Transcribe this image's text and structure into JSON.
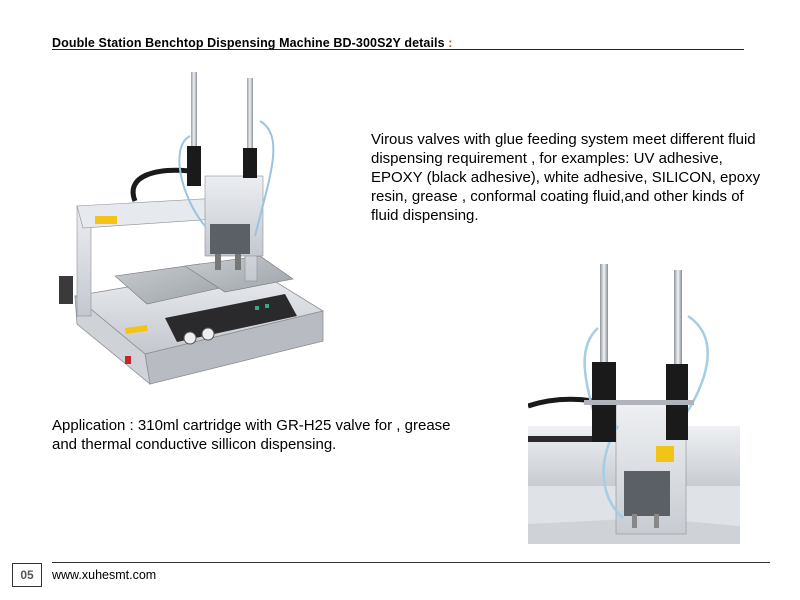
{
  "header": {
    "title": "Double Station Benchtop Dispensing Machine BD-300S2Y details",
    "colon": ":"
  },
  "description": "Virous valves with glue feeding system meet different fluid  dispensing requirement , for  examples: UV adhesive,  EPOXY (black adhesive), white adhesive, SILICON, epoxy resin,  grease , conformal coating fluid,and other kinds of fluid dispensing.",
  "application": "Application : 310ml cartridge with GR-H25 valve for  , grease and thermal conductive sillicon dispensing.",
  "footer": {
    "page_number": "05",
    "url": "www.xuhesmt.com"
  },
  "colors": {
    "machine_body": "#dcdfe4",
    "accent_colon": "#c05040",
    "warning_label": "#f2c416",
    "valve_dark": "#1a1a1a"
  }
}
